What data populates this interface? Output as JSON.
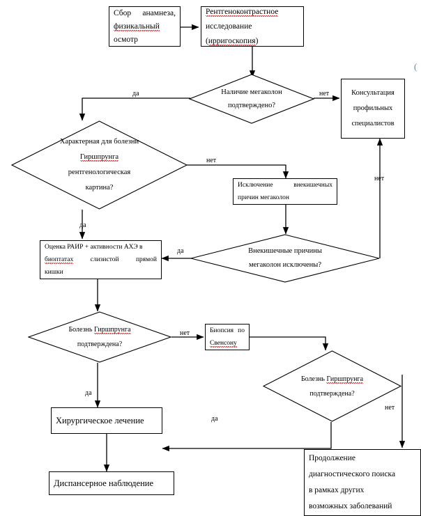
{
  "document": {
    "type": "clinical-algorithm-flowchart",
    "language": "ru",
    "stray_mark": "("
  },
  "nodes": {
    "anamnesis": {
      "lines": [
        "Сбор анамнеза,",
        "физикальный",
        "осмотр"
      ],
      "shape": "process"
    },
    "xray": {
      "lines": [
        "Рентгеноконтрастное",
        "исследование (ирригоскопия)"
      ],
      "shape": "process"
    },
    "megacolon_q": {
      "lines": [
        "Наличие мегаколон",
        "подтверждено?"
      ],
      "shape": "decision"
    },
    "consult": {
      "lines": [
        "Консультация",
        "профильных",
        "специалистов"
      ],
      "shape": "process"
    },
    "hirschsprung_xray_q": {
      "lines": [
        "Характерная для болезни",
        "Гиршпрунга",
        "рентгенологическая",
        "картина?"
      ],
      "shape": "decision"
    },
    "exclude_extra": {
      "lines": [
        "Исключение внекишечных",
        "причин мегаколон"
      ],
      "shape": "process"
    },
    "extra_excluded_q": {
      "lines": [
        "Внекишечные причины",
        "мегаколон исключены?"
      ],
      "shape": "decision"
    },
    "rair": {
      "lines": [
        "Оценка РАИР + активности АХЭ в",
        "биоптатах слизистой прямой",
        "кишки"
      ],
      "shape": "process"
    },
    "hirschsprung_q1": {
      "lines": [
        "Болезнь Гиршпрунга",
        "подтверждена?"
      ],
      "shape": "decision"
    },
    "biopsy": {
      "lines": [
        "Биопсия по",
        "Свенсону"
      ],
      "shape": "process"
    },
    "hirschsprung_q2": {
      "lines": [
        "Болезнь Гиршпрунга",
        "подтверждена?"
      ],
      "shape": "decision"
    },
    "surgery": {
      "lines": [
        "Хирургическое лечение"
      ],
      "shape": "process"
    },
    "followup": {
      "lines": [
        "Диспансерное наблюдение"
      ],
      "shape": "process"
    },
    "continue_search": {
      "lines": [
        "Продолжение",
        "диагностического поиска",
        "в рамках других",
        "возможных заболеваний"
      ],
      "shape": "process"
    }
  },
  "edge_labels": {
    "megacolon_yes": "да",
    "megacolon_no": "нет",
    "hirschsprung_xray_no": "нет",
    "hirschsprung_xray_yes": "да",
    "extra_excluded_yes": "да",
    "extra_excluded_no": "нет",
    "hirschsprung_q1_no": "нет",
    "hirschsprung_q1_yes": "да",
    "hirschsprung_q2_yes": "да",
    "hirschsprung_q2_no": "нет"
  },
  "spellcheck_underlined": [
    "физикальный",
    "Рентгеноконтрастное",
    "ирригоскопия",
    "Гиршпрунга",
    "биоптатах",
    "Свенсону"
  ],
  "colors": {
    "line": "#000000",
    "text": "#000000",
    "spellcheck": "#e81313",
    "stray_mark": "#5b87c7"
  }
}
